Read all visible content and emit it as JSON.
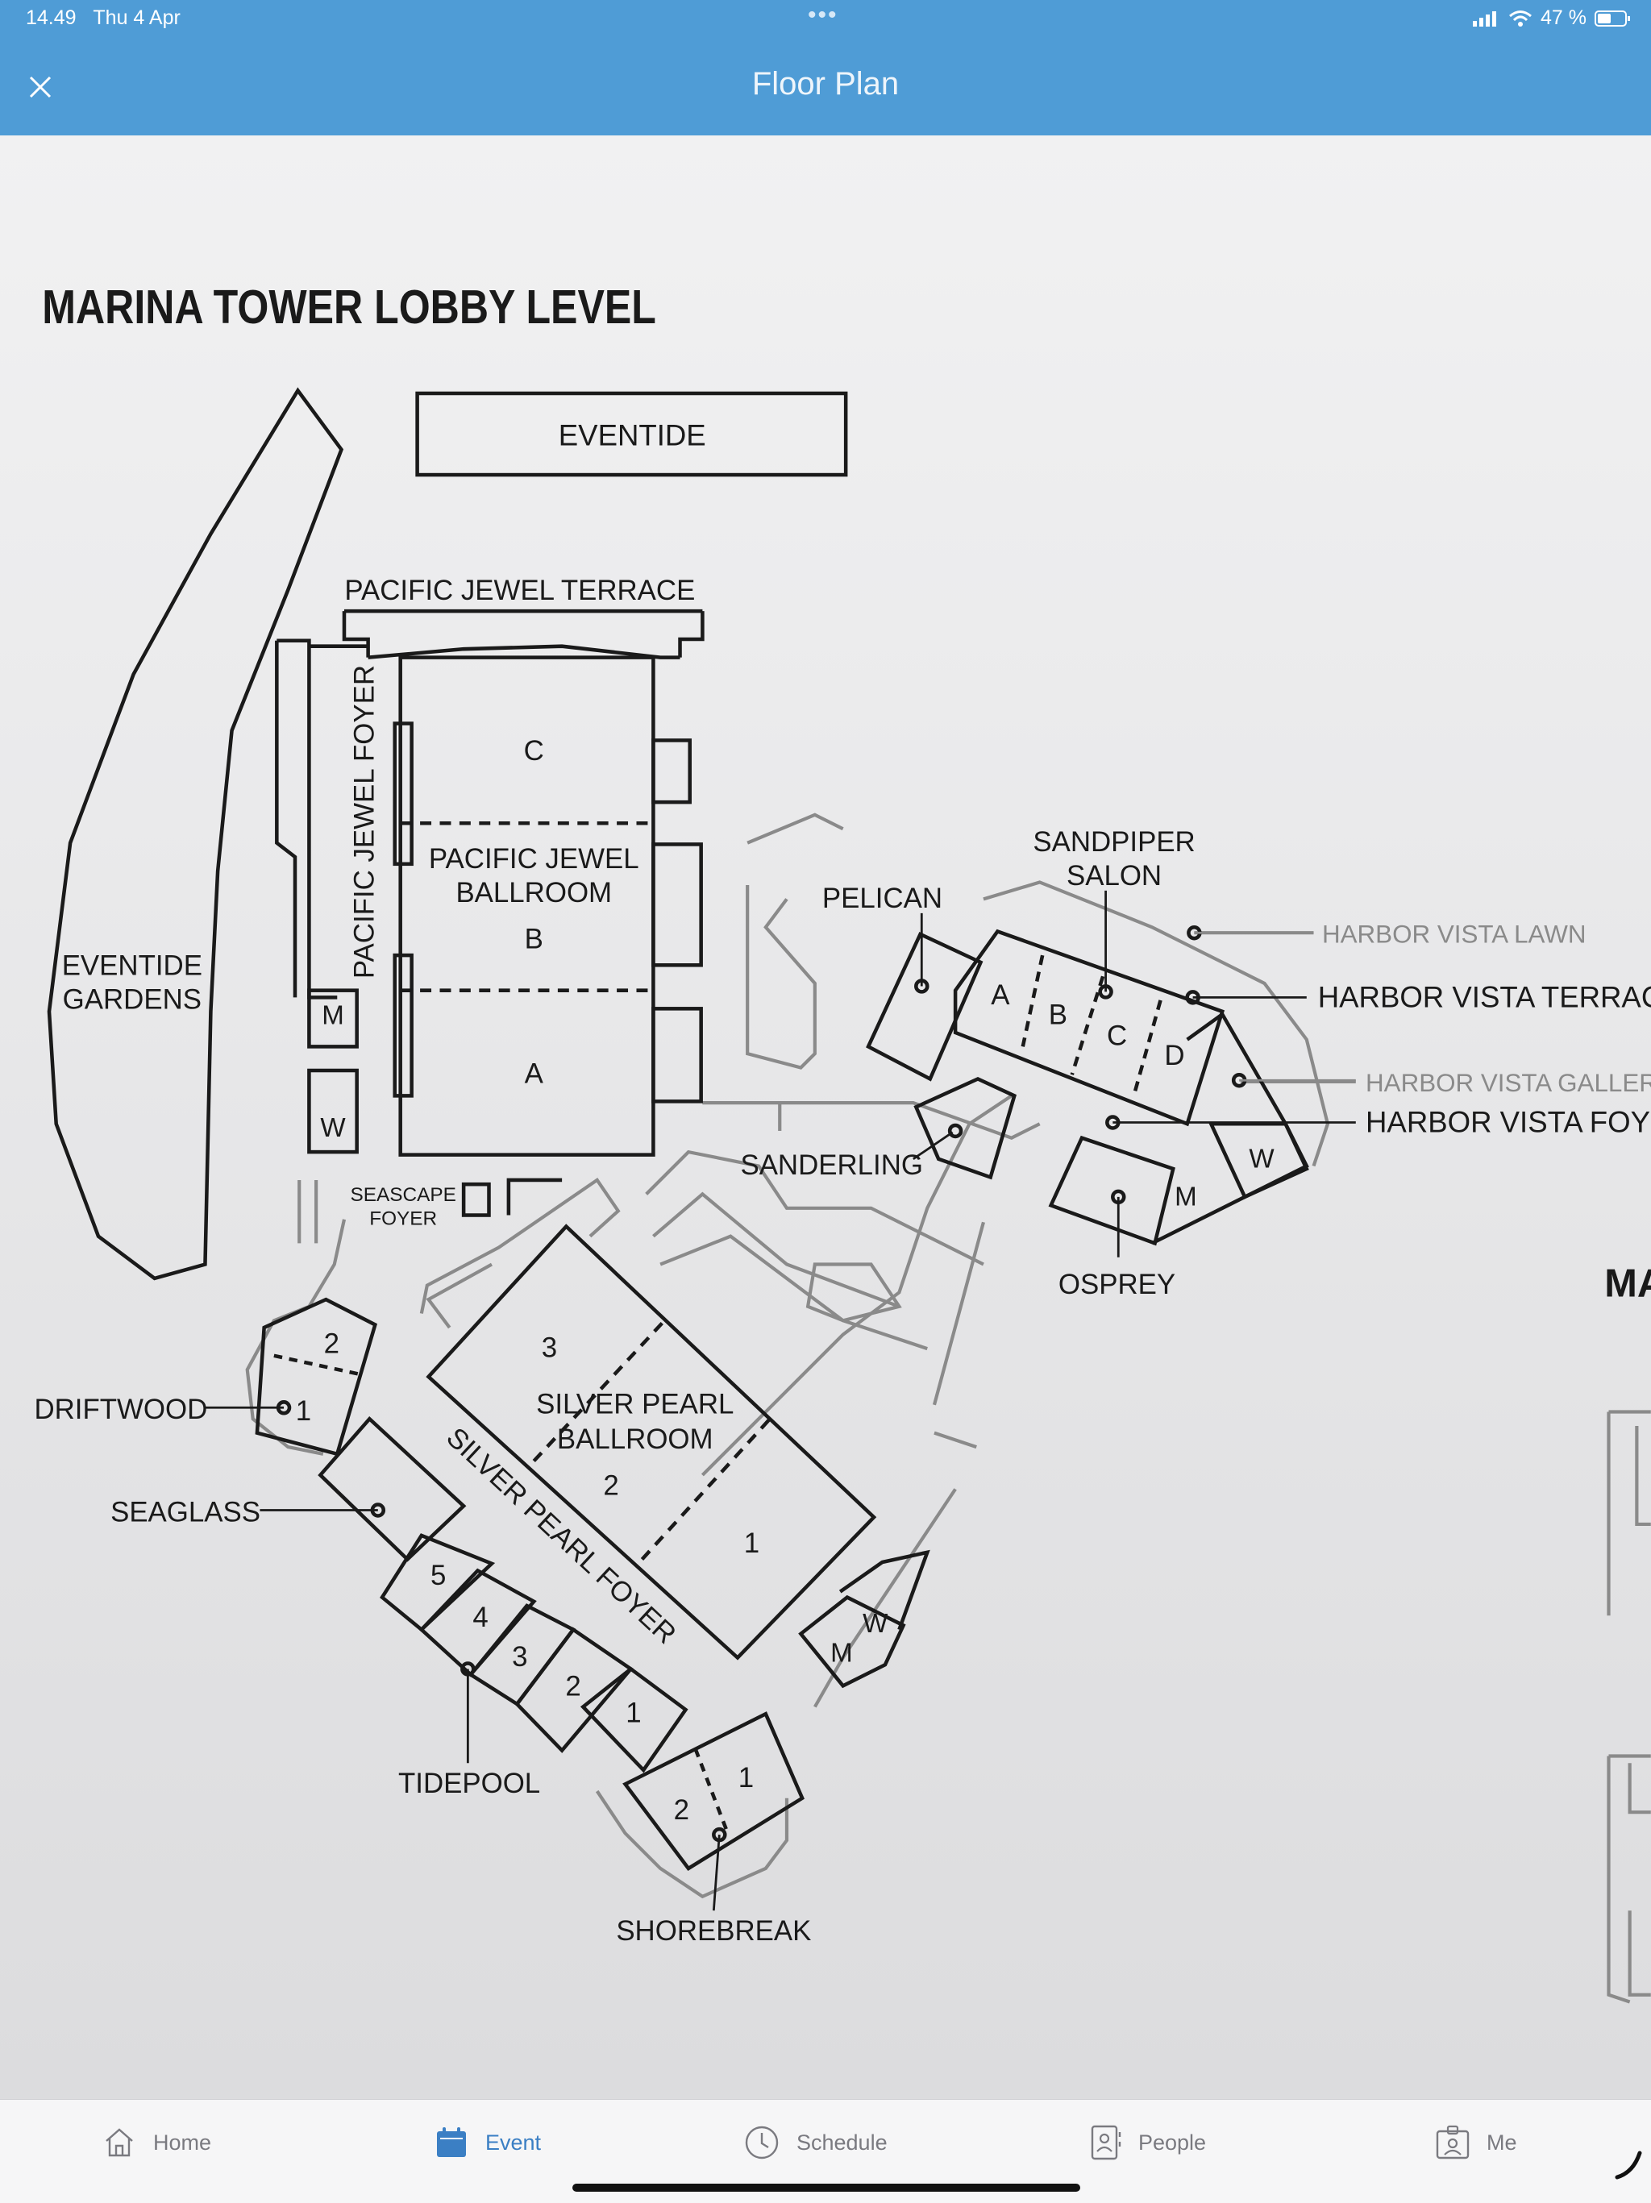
{
  "status": {
    "time": "14.49",
    "date": "Thu 4 Apr",
    "battery": "47 %"
  },
  "nav": {
    "title": "Floor Plan"
  },
  "map": {
    "title": "MARINA TOWER LOBBY LEVEL",
    "labels": {
      "eventide": "EVENTIDE",
      "pacific_jewel_terrace": "PACIFIC JEWEL TERRACE",
      "pacific_jewel_foyer": "PACIFIC JEWEL FOYER",
      "eventide_gardens_1": "EVENTIDE",
      "eventide_gardens_2": "GARDENS",
      "pj_ballroom_1": "PACIFIC JEWEL",
      "pj_ballroom_2": "BALLROOM",
      "pj_c": "C",
      "pj_b": "B",
      "pj_a": "A",
      "pj_m": "M",
      "pj_w": "W",
      "seascape_1": "SEASCAPE",
      "seascape_2": "FOYER",
      "pelican": "PELICAN",
      "sandpiper_1": "SANDPIPER",
      "sandpiper_2": "SALON",
      "sp_a": "A",
      "sp_b": "B",
      "sp_c": "C",
      "sp_d": "D",
      "harbor_vista_lawn": "HARBOR VISTA LAWN",
      "harbor_vista_terrace": "HARBOR VISTA TERRACE",
      "harbor_vista_gallery": "HARBOR VISTA GALLERY",
      "harbor_vista_foyer": "HARBOR VISTA FOYER",
      "hv_w": "W",
      "hv_m": "M",
      "sanderling": "SANDERLING",
      "osprey": "OSPREY",
      "driftwood": "DRIFTWOOD",
      "dw_2": "2",
      "dw_1": "1",
      "seaglass": "SEAGLASS",
      "spb_1": "SILVER PEARL",
      "spb_2": "BALLROOM",
      "spb_3": "3",
      "spb_n2": "2",
      "spb_n1": "1",
      "silver_pearl_foyer": "SILVER PEARL FOYER",
      "tp_5": "5",
      "tp_4": "4",
      "tp_3": "3",
      "tp_2": "2",
      "tp_1": "1",
      "tidepool": "TIDEPOOL",
      "sb_2": "2",
      "sb_1": "1",
      "shorebreak": "SHOREBREAK",
      "sp_w": "W",
      "sp_m": "M",
      "ma_cut": "MA"
    }
  },
  "tabs": [
    {
      "label": "Home",
      "icon": "home-icon"
    },
    {
      "label": "Event",
      "icon": "calendar-icon"
    },
    {
      "label": "Schedule",
      "icon": "clock-icon"
    },
    {
      "label": "People",
      "icon": "contacts-icon"
    },
    {
      "label": "Me",
      "icon": "badge-icon"
    }
  ],
  "colors": {
    "accent": "#4f9cd6",
    "active_tab": "#3b7fc4"
  }
}
